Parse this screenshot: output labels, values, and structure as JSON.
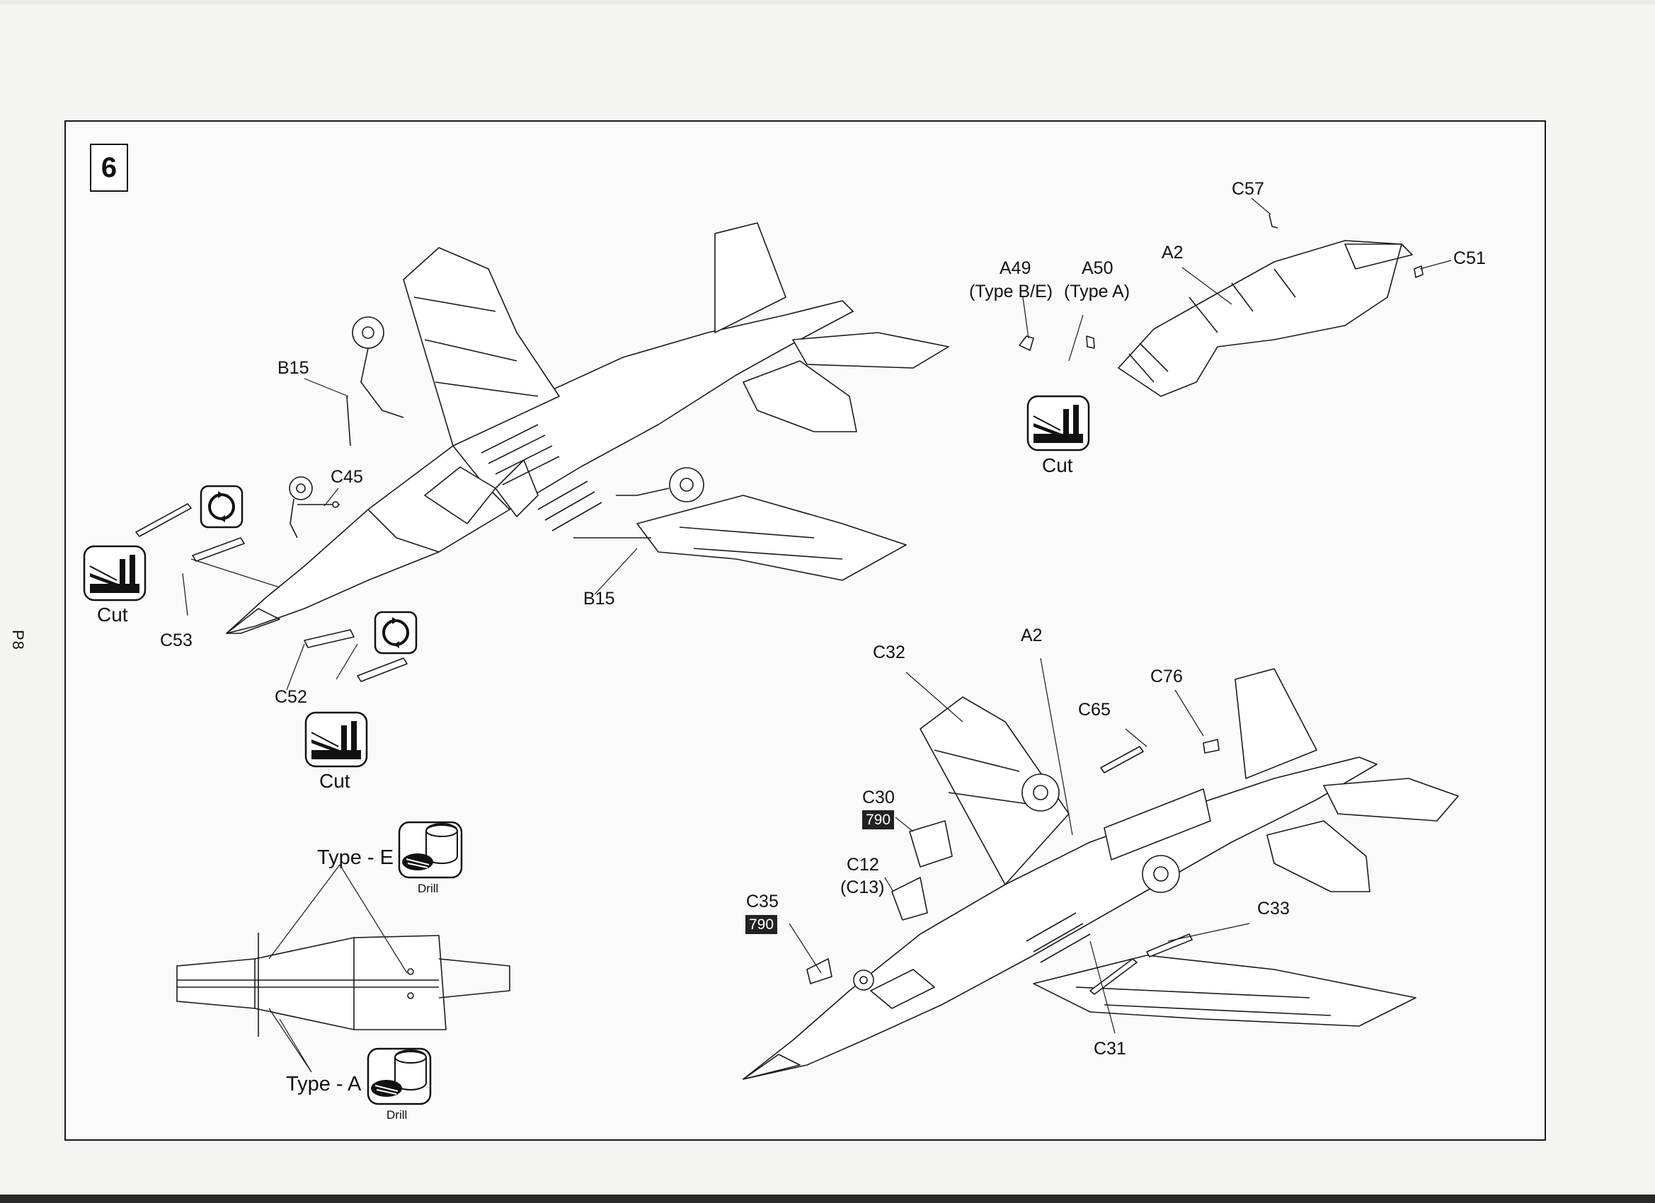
{
  "page": {
    "number": "P8",
    "step": "6"
  },
  "callouts": {
    "b15_top": "B15",
    "b15_bottom": "B15",
    "c45": "C45",
    "c53": "C53",
    "c52": "C52",
    "a49": "A49",
    "a49_note": "(Type B/E)",
    "a50": "A50",
    "a50_note": "(Type A)",
    "a2_top": "A2",
    "a2_bottom": "A2",
    "c57": "C57",
    "c51": "C51",
    "c32": "C32",
    "c65": "C65",
    "c76": "C76",
    "c30": "C30",
    "c12": "C12",
    "c12_alt": "(C13)",
    "c35": "C35",
    "c33": "C33",
    "c31": "C31"
  },
  "paint_codes": {
    "c30": "790",
    "c35": "790"
  },
  "icons": {
    "cut": "Cut",
    "drill": "Drill"
  },
  "types": {
    "type_e": "Type - E",
    "type_a": "Type - A"
  }
}
